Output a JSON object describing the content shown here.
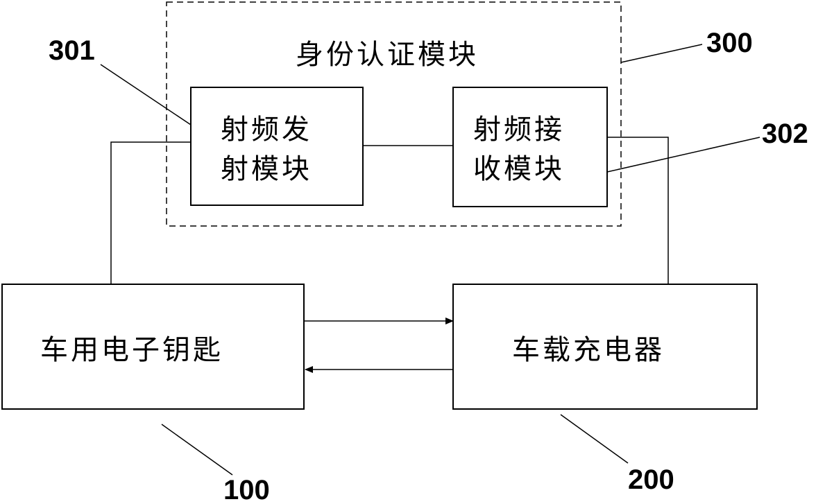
{
  "modules": {
    "auth_module": {
      "title": "身份认证模块",
      "ref": "300"
    },
    "rf_transmit": {
      "line1": "射频发",
      "line2": "射模块",
      "ref": "301"
    },
    "rf_receive": {
      "line1": "射频接",
      "line2": "收模块",
      "ref": "302"
    },
    "electronic_key": {
      "label": "车用电子钥匙",
      "ref": "100"
    },
    "onboard_charger": {
      "label": "车载充电器",
      "ref": "200"
    }
  },
  "colors": {
    "stroke": "#000000",
    "background": "#ffffff"
  }
}
